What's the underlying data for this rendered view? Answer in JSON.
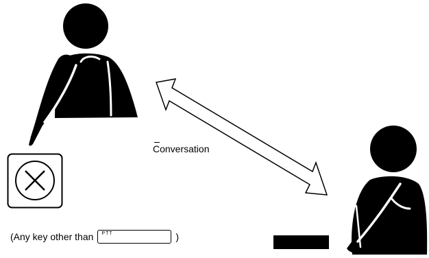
{
  "diagram": {
    "conversation_label": "Conversation",
    "key_note": {
      "prefix": "(Any key other than",
      "key_label": "PTT",
      "suffix": ")"
    },
    "icons": {
      "left_person": "person-pressing-key-icon",
      "right_person": "person-at-handset-icon",
      "key": "x-key-icon",
      "arrow": "double-headed-arrow-icon",
      "handset": "handset-base-icon"
    }
  }
}
